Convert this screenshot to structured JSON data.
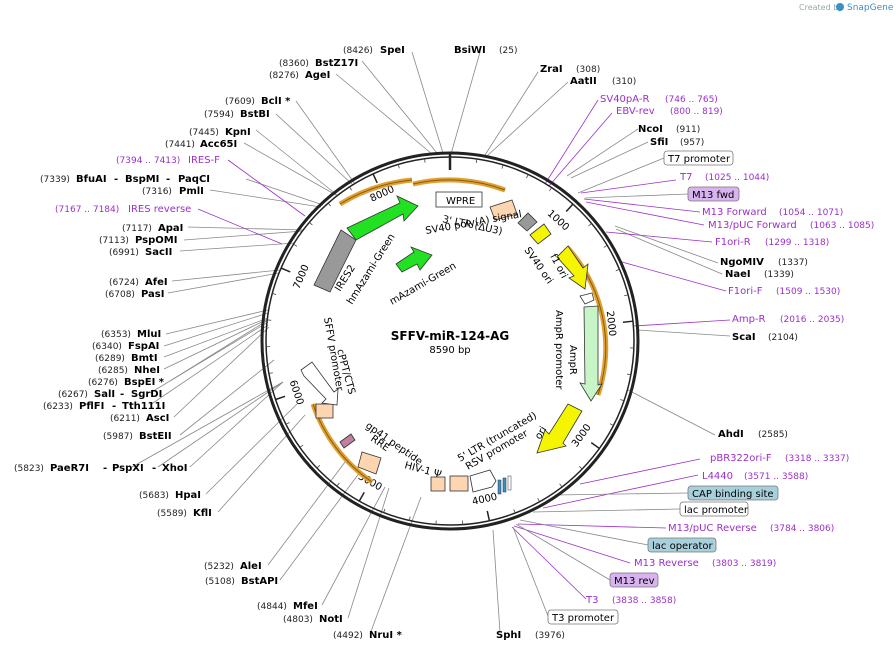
{
  "branding": {
    "created_by": "Created by",
    "product": "SnapGene"
  },
  "plasmid": {
    "name": "SFFV-miR-124-AG",
    "length_label": "8590 bp"
  },
  "ticks": [
    "1000",
    "2000",
    "3000",
    "4000",
    "5000",
    "6000",
    "7000",
    "8000"
  ],
  "sites_right": [
    {
      "name": "BsiWI",
      "pos": "(25)"
    },
    {
      "name": "ZraI",
      "pos": "(308)"
    },
    {
      "name": "AatII",
      "pos": "(310)"
    },
    {
      "name": "NcoI",
      "pos": "(911)"
    },
    {
      "name": "SfiI",
      "pos": "(957)"
    },
    {
      "name": "NgoMIV",
      "pos": "(1337)"
    },
    {
      "name": "NaeI",
      "pos": "(1339)"
    },
    {
      "name": "ScaI",
      "pos": "(2104)"
    },
    {
      "name": "AhdI",
      "pos": "(2585)"
    },
    {
      "name": "SphI",
      "pos": "(3976)"
    }
  ],
  "sites_left": [
    {
      "name": "SpeI",
      "pos": "(8426)"
    },
    {
      "name": "BstZ17I",
      "pos": "(8360)"
    },
    {
      "name": "AgeI",
      "pos": "(8276)"
    },
    {
      "name": "BclI *",
      "pos": "(7609)"
    },
    {
      "name": "BstBI",
      "pos": "(7594)"
    },
    {
      "name": "KpnI",
      "pos": "(7445)"
    },
    {
      "name": "Acc65I",
      "pos": "(7441)"
    },
    {
      "name": "BfuAI",
      "pos": "(7339)"
    },
    {
      "name": "BspMI",
      "pos": ""
    },
    {
      "name": "PaqCI",
      "pos": ""
    },
    {
      "name": "PmlI",
      "pos": "(7316)"
    },
    {
      "name": "ApaI",
      "pos": "(7117)"
    },
    {
      "name": "PspOMI",
      "pos": "(7113)"
    },
    {
      "name": "SacII",
      "pos": "(6991)"
    },
    {
      "name": "AfeI",
      "pos": "(6724)"
    },
    {
      "name": "PasI",
      "pos": "(6708)"
    },
    {
      "name": "MluI",
      "pos": "(6353)"
    },
    {
      "name": "FspAI",
      "pos": "(6340)"
    },
    {
      "name": "BmtI",
      "pos": "(6289)"
    },
    {
      "name": "NheI",
      "pos": "(6285)"
    },
    {
      "name": "BspEI *",
      "pos": "(6276)"
    },
    {
      "name": "SalI",
      "pos": "(6267)"
    },
    {
      "name": "SgrDI",
      "pos": ""
    },
    {
      "name": "PflFI",
      "pos": "(6233)"
    },
    {
      "name": "Tth111I",
      "pos": ""
    },
    {
      "name": "AscI",
      "pos": "(6211)"
    },
    {
      "name": "BstEII",
      "pos": "(5987)"
    },
    {
      "name": "PaeR7I",
      "pos": "(5823)"
    },
    {
      "name": "PspXI",
      "pos": ""
    },
    {
      "name": "XhoI",
      "pos": ""
    },
    {
      "name": "HpaI",
      "pos": "(5683)"
    },
    {
      "name": "KflI",
      "pos": "(5589)"
    },
    {
      "name": "AleI",
      "pos": "(5232)"
    },
    {
      "name": "BstAPI",
      "pos": "(5108)"
    },
    {
      "name": "MfeI",
      "pos": "(4844)"
    },
    {
      "name": "NotI",
      "pos": "(4803)"
    },
    {
      "name": "NruI *",
      "pos": "(4492)"
    }
  ],
  "primers": [
    {
      "name": "SV40pA-R",
      "pos": "(746 .. 765)"
    },
    {
      "name": "EBV-rev",
      "pos": "(800 .. 819)"
    },
    {
      "name": "T7",
      "pos": "(1025 .. 1044)"
    },
    {
      "name": "M13 Forward",
      "pos": "(1054 .. 1071)"
    },
    {
      "name": "M13/pUC Forward",
      "pos": "(1063 .. 1085)"
    },
    {
      "name": "F1ori-R",
      "pos": "(1299 .. 1318)"
    },
    {
      "name": "F1ori-F",
      "pos": "(1509 .. 1530)"
    },
    {
      "name": "Amp-R",
      "pos": "(2016 .. 2035)"
    },
    {
      "name": "pBR322ori-F",
      "pos": "(3318 .. 3337)"
    },
    {
      "name": "L4440",
      "pos": "(3571 .. 3588)"
    },
    {
      "name": "M13/pUC Reverse",
      "pos": "(3784 .. 3806)"
    },
    {
      "name": "M13 Reverse",
      "pos": "(3803 .. 3819)"
    },
    {
      "name": "T3",
      "pos": "(3838 .. 3858)"
    },
    {
      "name": "IRES-F",
      "pos": "(7394 .. 7413)"
    },
    {
      "name": "IRES reverse",
      "pos": "(7167 .. 7184)"
    }
  ],
  "boxed_labels": {
    "t7_promoter": "T7 promoter",
    "m13_fwd": "M13 fwd",
    "cap_binding": "CAP binding site",
    "lac_promoter": "lac promoter",
    "lac_operator": "lac operator",
    "m13_rev": "M13 rev",
    "t3_promoter": "T3 promoter"
  },
  "features": {
    "wpre": "WPRE",
    "ltr3": "3' LTR (ΔU3)",
    "sv40_polya": "SV40 poly(A) signal",
    "sv40_ori": "SV40 ori",
    "f1_ori": "f1 ori",
    "ampr_promoter": "AmpR promoter",
    "ampr": "AmpR",
    "ori": "ori",
    "ltr5": "5' LTR (truncated)",
    "rsv_promoter": "RSV promoter",
    "hiv_psi": "HIV-1 Ψ",
    "rre": "RRE",
    "gp41": "gp41 peptide",
    "cppt": "cPPT/CTS",
    "sffv": "SFFV promoter",
    "mazami": "mAzami-Green",
    "hmazami": "hmAzami-Green",
    "ires2": "IRES2"
  },
  "colors": {
    "backbone": "#222222",
    "primer": "#9b30c8",
    "orange_arc": "#e0a030",
    "green_feature": "#22e022",
    "yellow_feature": "#f5f500",
    "ampr_feature": "#c8f5c8",
    "grey_feature": "#999999",
    "peach_feature": "#fdd5b0",
    "m13_box": "#d9b3ef",
    "cap_box": "#a8d0dc"
  }
}
